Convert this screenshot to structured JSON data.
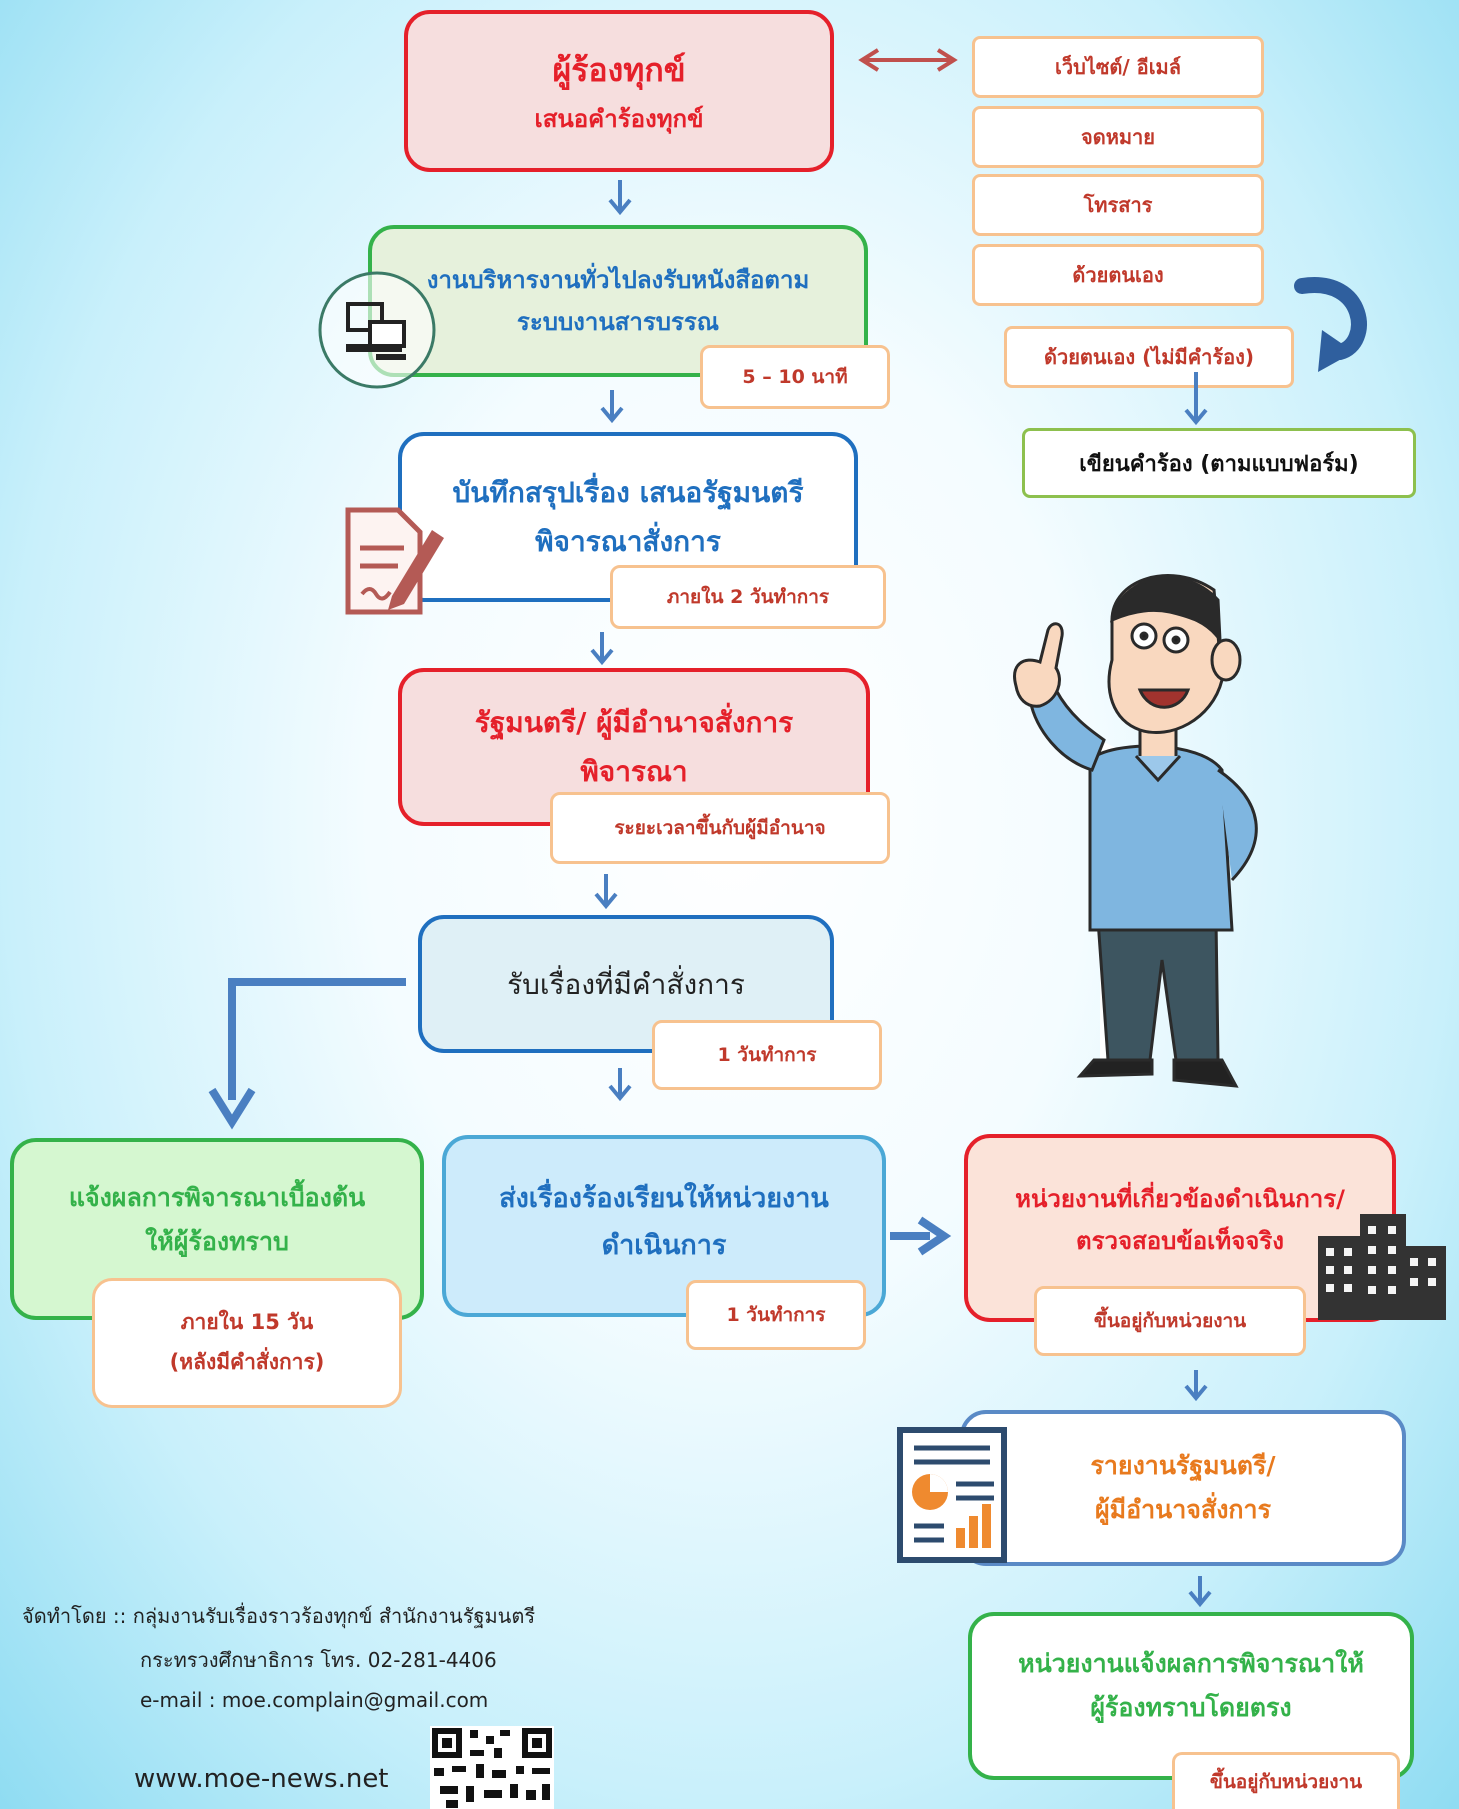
{
  "complainant": {
    "title": "ผู้ร้องทุกข์",
    "subtitle": "เสนอคำร้องทุกข์"
  },
  "channels": [
    "เว็บไซต์/ อีเมล์",
    "จดหมาย",
    "โทรสาร",
    "ด้วยตนเอง",
    "ด้วยตนเอง (ไม่มีคำร้อง)"
  ],
  "write_form": "เขียนคำร้อง (ตามแบบฟอร์ม)",
  "steps": {
    "register": {
      "line1": "งานบริหารงานทั่วไปลงรับหนังสือตาม",
      "line2": "ระบบงานสารบรรณ",
      "time": "5 – 10 นาที"
    },
    "record": {
      "line1": "บันทึกสรุปเรื่อง เสนอรัฐมนตรี",
      "line2": "พิจารณาสั่งการ",
      "time": "ภายใน 2 วันทำการ"
    },
    "minister": {
      "line1": "รัฐมนตรี/ ผู้มีอำนาจสั่งการ",
      "line2": "พิจารณา",
      "time": "ระยะเวลาขึ้นกับผู้มีอำนาจ"
    },
    "receive": {
      "line1": "รับเรื่องที่มีคำสั่งการ",
      "time": "1 วันทำการ"
    },
    "notify_initial": {
      "line1": "แจ้งผลการพิจารณาเบื้องต้น",
      "line2": "ให้ผู้ร้องทราบ",
      "time1": "ภายใน 15 วัน",
      "time2": "(หลังมีคำสั่งการ)"
    },
    "forward": {
      "line1": "ส่งเรื่องร้องเรียนให้หน่วยงาน",
      "line2": "ดำเนินการ",
      "time": "1 วันทำการ"
    },
    "agency": {
      "line1": "หน่วยงานที่เกี่ยวข้องดำเนินการ/",
      "line2": "ตรวจสอบข้อเท็จจริง",
      "time": "ขึ้นอยู่กับหน่วยงาน"
    },
    "report": {
      "line1": "รายงานรัฐมนตรี/",
      "line2": "ผู้มีอำนาจสั่งการ"
    },
    "agency_notify": {
      "line1": "หน่วยงานแจ้งผลการพิจารณาให้",
      "line2": "ผู้ร้องทราบโดยตรง",
      "time": "ขึ้นอยู่กับหน่วยงาน"
    }
  },
  "footer": {
    "line1": "จัดทำโดย :: กลุ่มงานรับเรื่องราวร้องทุกข์ สำนักงานรัฐมนตรี",
    "line2": "กระทรวงศึกษาธิการ โทร. 02-281-4406",
    "line3": "e-mail : moe.complain@gmail.com",
    "website": "www.moe-news.net"
  },
  "colors": {
    "arrow": "#4a7fc1",
    "red": "#e5202a",
    "green": "#34b24a",
    "blue": "#1f6fbf",
    "orange": "#f7c28f"
  },
  "icons": [
    "computer-icon",
    "document-sign-icon",
    "building-icon",
    "report-chart-icon",
    "qr-code-icon",
    "cartoon-man-illustration",
    "curved-arrow-icon"
  ]
}
